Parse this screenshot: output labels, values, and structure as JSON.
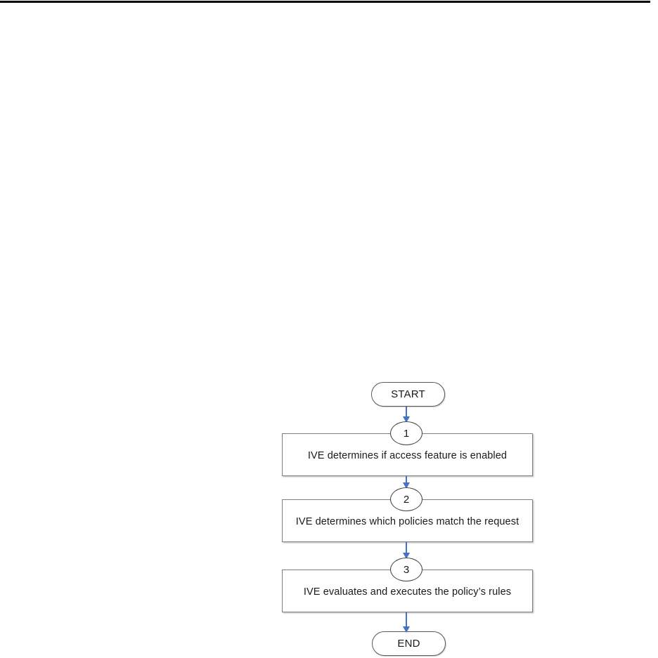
{
  "page": {
    "background_color": "#ffffff",
    "top_rule_color": "#000000"
  },
  "diagram": {
    "type": "flowchart",
    "orientation": "vertical",
    "accent_color": "#4472c4",
    "node_border_color": "#7f7f7f",
    "start": {
      "label": "START",
      "shape": "terminator"
    },
    "end": {
      "label": "END",
      "shape": "terminator"
    },
    "steps": [
      {
        "number": "1",
        "label": "IVE determines if access feature is enabled"
      },
      {
        "number": "2",
        "label": "IVE determines which policies match the request"
      },
      {
        "number": "3",
        "label": "IVE evaluates and executes the policy’s rules"
      }
    ],
    "connectors": [
      {
        "from": "START",
        "to": "1"
      },
      {
        "from": "1",
        "to": "2"
      },
      {
        "from": "2",
        "to": "3"
      },
      {
        "from": "3",
        "to": "END"
      }
    ]
  }
}
